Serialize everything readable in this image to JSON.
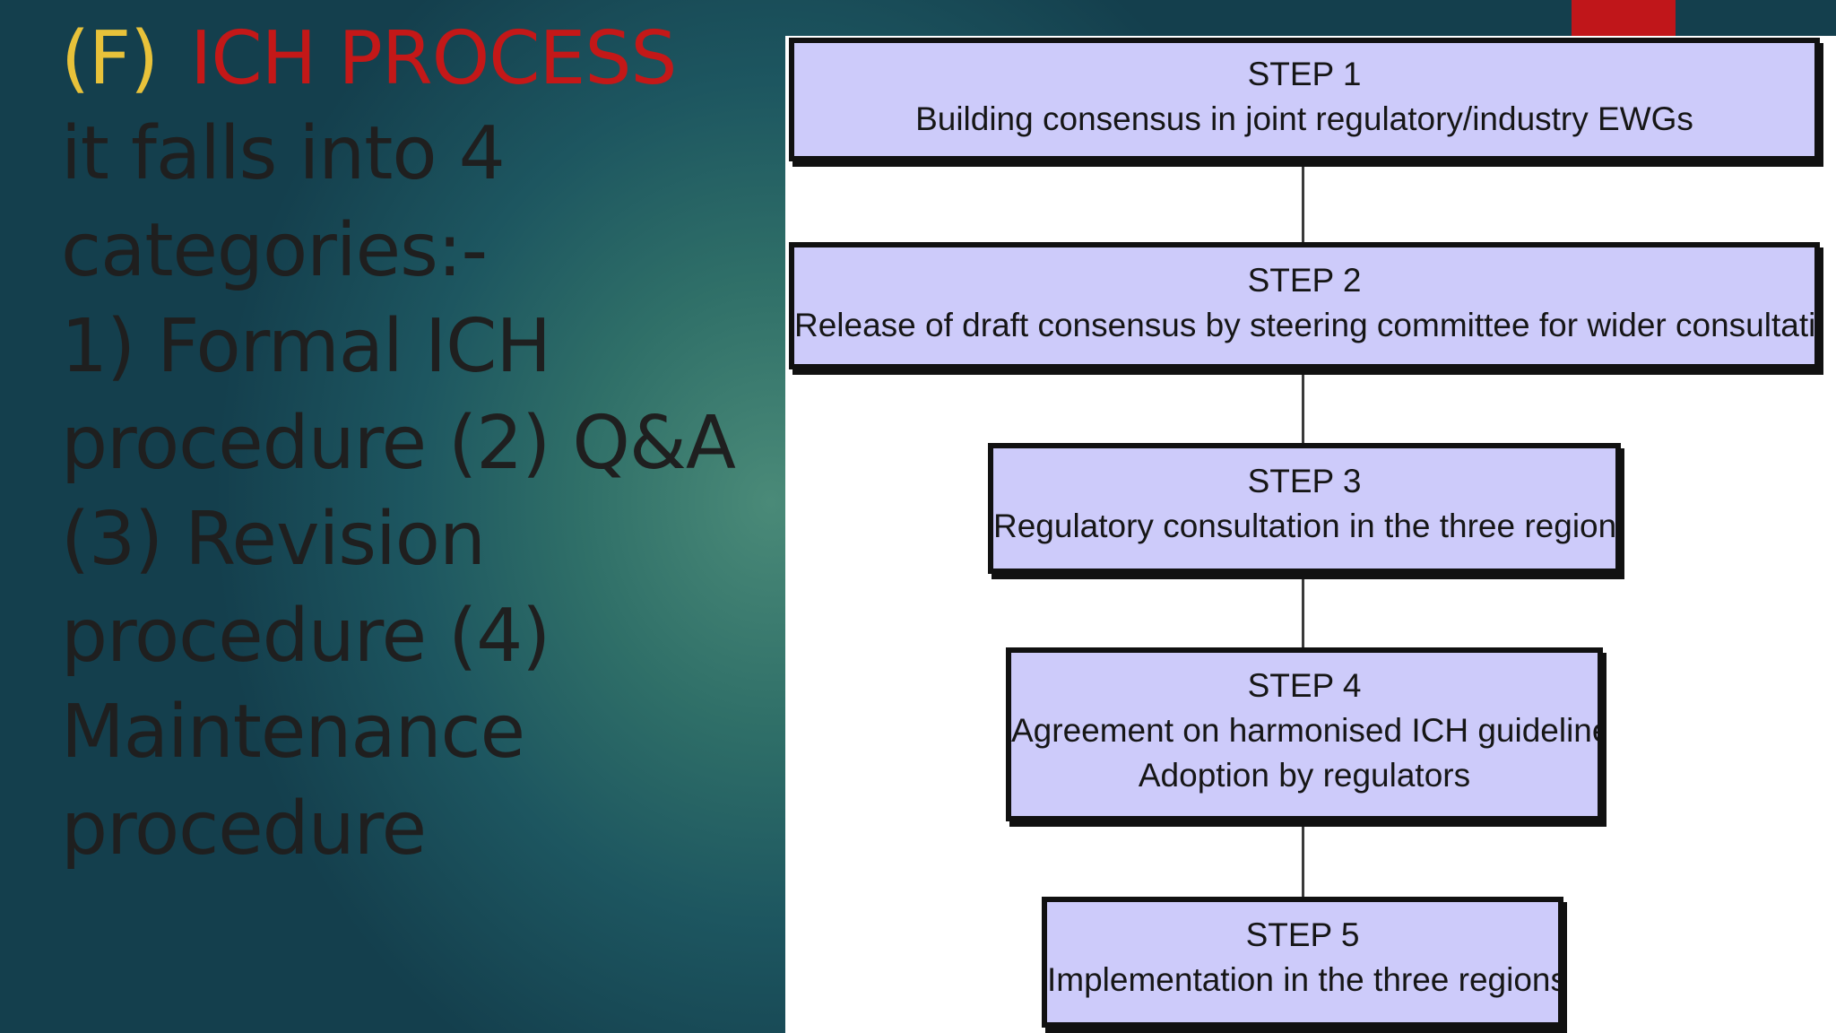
{
  "slide": {
    "heading_prefix": "(F)",
    "heading_title": "ICH PROCESS",
    "body_lines": [
      "it falls into 4",
      "categories:-",
      "1) Formal ICH",
      "procedure (2) Q&A",
      "(3) Revision",
      "procedure (4)",
      "Maintenance",
      "procedure"
    ],
    "colors": {
      "prefix": "#e8c23a",
      "title": "#c41818",
      "accent_tab": "#c0161a",
      "box_fill": "#cdcbfa"
    }
  },
  "diagram": {
    "steps": [
      {
        "title": "STEP 1",
        "lines": [
          "Building consensus in joint regulatory/industry EWGs"
        ]
      },
      {
        "title": "STEP 2",
        "lines": [
          "Release of draft consensus by steering committee for wider consultation"
        ]
      },
      {
        "title": "STEP 3",
        "lines": [
          "Regulatory consultation in the three regions"
        ]
      },
      {
        "title": "STEP 4",
        "lines": [
          "Agreement on harmonised ICH guideline",
          "Adoption by regulators"
        ]
      },
      {
        "title": "STEP 5",
        "lines": [
          "Implementation in the three regions"
        ]
      }
    ]
  }
}
